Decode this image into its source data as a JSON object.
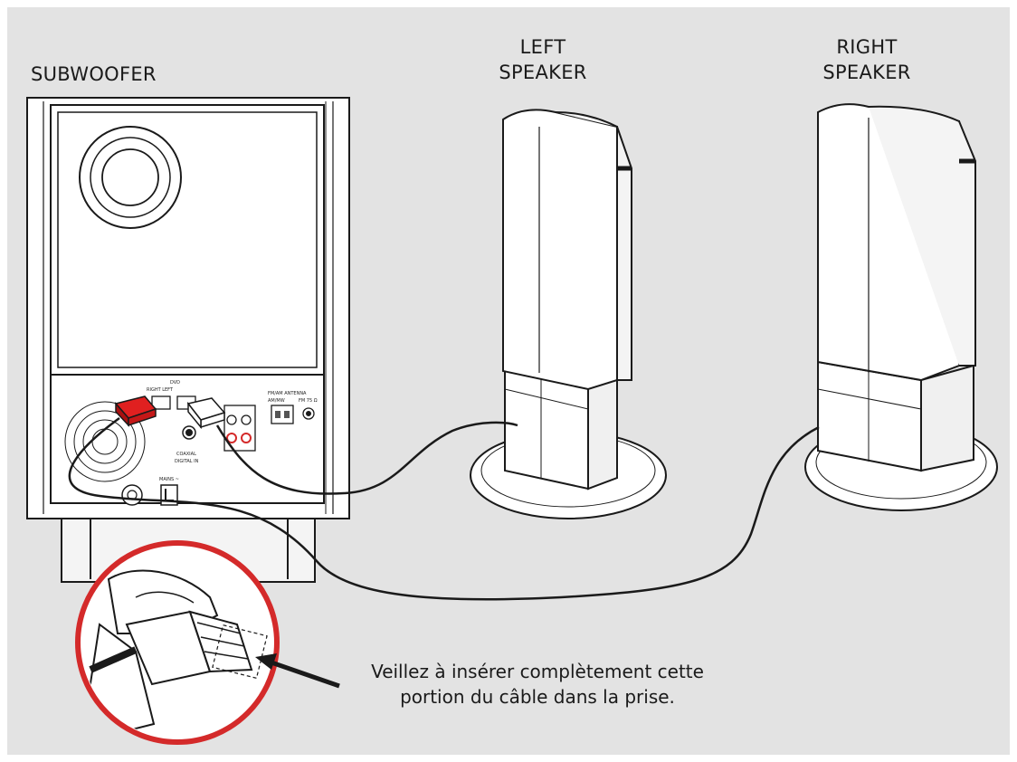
{
  "labels": {
    "subwoofer": "SUBWOOFER",
    "left_speaker_line1": "LEFT",
    "left_speaker_line2": "SPEAKER",
    "right_speaker_line1": "RIGHT",
    "right_speaker_line2": "SPEAKER"
  },
  "panel": {
    "dvd_label": "DVD",
    "right_left": "RIGHT LEFT",
    "coaxial": "COAXIAL",
    "digital_in": "DIGITAL IN",
    "antenna": "FM/AM ANTENNA",
    "am_mw": "AM/MW",
    "fm": "FM 75 Ω",
    "mains": "MAINS ~"
  },
  "note": {
    "line1": "Veillez à insérer complètement cette",
    "line2": "portion du câble dans la prise."
  },
  "colors": {
    "background": "#e3e3e3",
    "frame": "#ffffff",
    "line": "#1a1a1a",
    "highlight_connector": "#e02020",
    "callout_ring": "#d42a2a"
  }
}
